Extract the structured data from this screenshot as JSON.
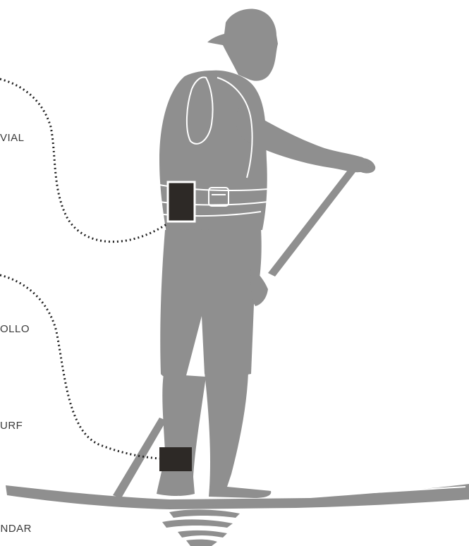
{
  "labels": [
    {
      "id": "label-1",
      "text": "VIAL"
    },
    {
      "id": "label-2",
      "text": "OLLO"
    },
    {
      "id": "label-3",
      "text": "URF"
    },
    {
      "id": "label-4",
      "text": "ÁNDAR"
    }
  ],
  "colors": {
    "silhouette": "#8f8f8f",
    "silhouette_dark": "#7d7d7d",
    "strap": "#2d2926",
    "line": "#222222",
    "text": "#3a3a3a",
    "background": "#ffffff"
  },
  "icons": {
    "figure": "paddleboarder-silhouette",
    "leash_waist": "waist-belt-leash",
    "leash_ankle": "ankle-cuff-leash"
  }
}
